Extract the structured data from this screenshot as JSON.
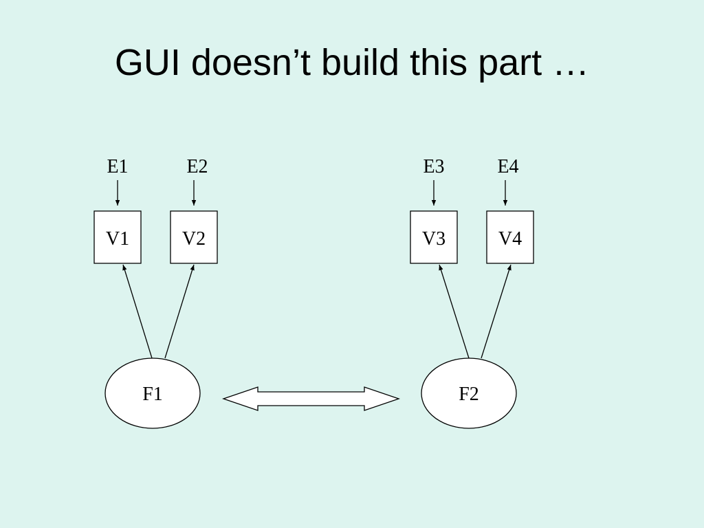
{
  "slide": {
    "title": "GUI doesn’t build this part …"
  },
  "diagram": {
    "errors": [
      "E1",
      "E2",
      "E3",
      "E4"
    ],
    "variables": [
      "V1",
      "V2",
      "V3",
      "V4"
    ],
    "factors": [
      "F1",
      "F2"
    ]
  },
  "colors": {
    "background": "#ddf4ef",
    "stroke": "#000000",
    "fill": "#ffffff"
  }
}
